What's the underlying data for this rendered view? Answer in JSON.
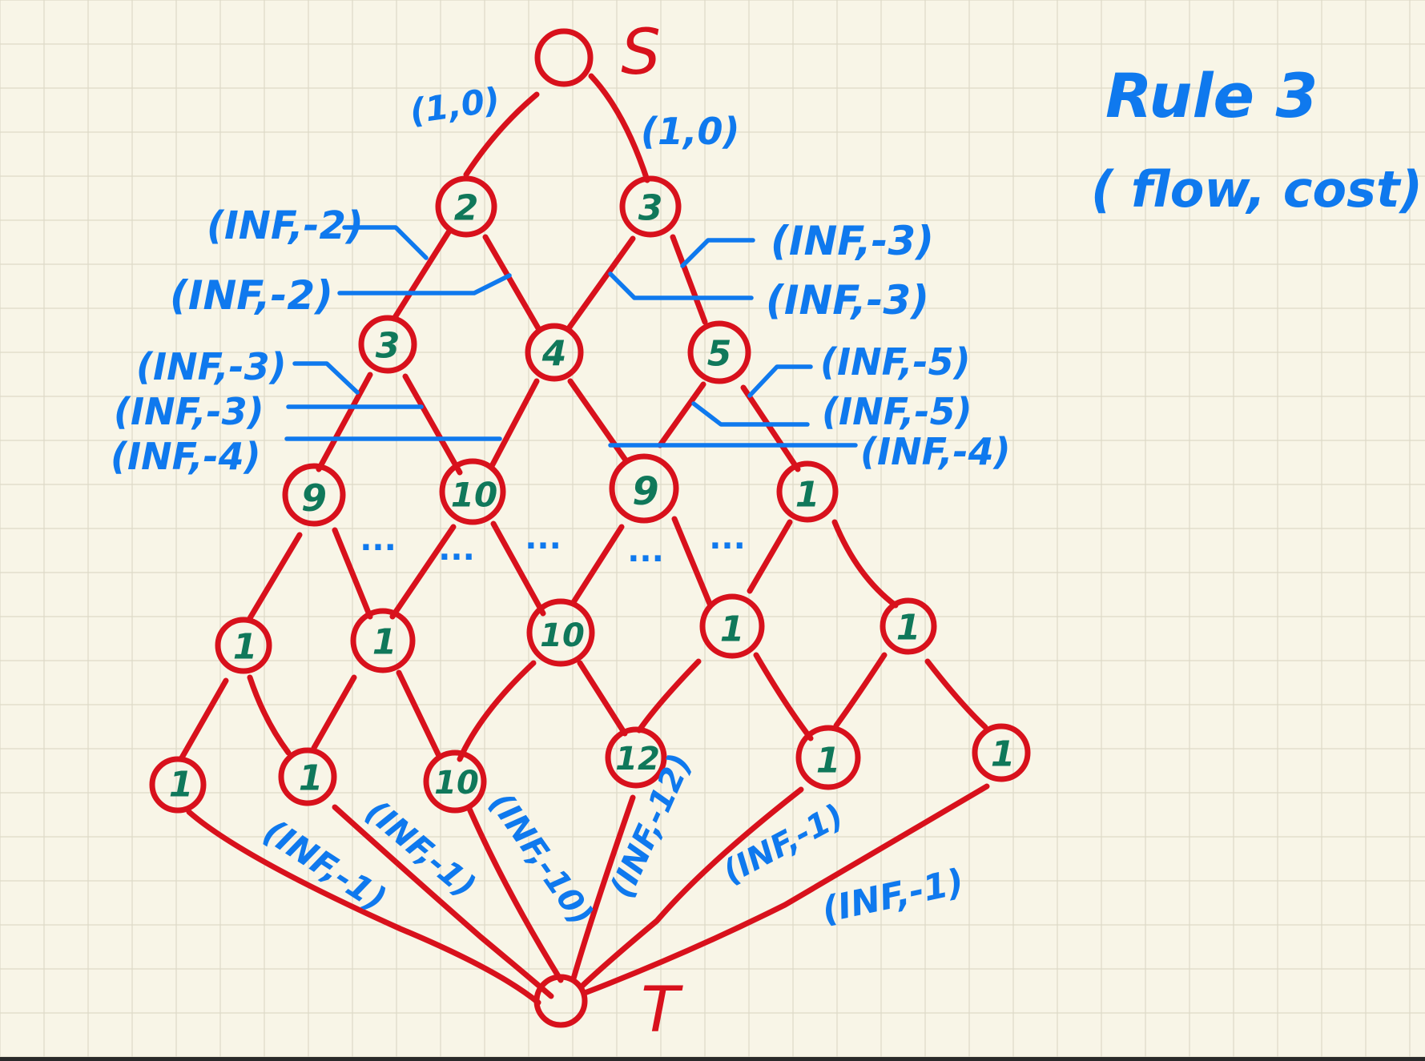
{
  "title": "Rule 3",
  "subtitle": "( flow, cost)",
  "source_label": "S",
  "sink_label": "T",
  "nodes": {
    "r1a": "2",
    "r1b": "3",
    "r2a": "3",
    "r2b": "4",
    "r2c": "5",
    "r3a": "9",
    "r3b": "10",
    "r3c": "9",
    "r3d": "1",
    "r4a": "1",
    "r4b": "1",
    "r4c": "10",
    "r4d": "1",
    "r4e": "1",
    "r5a": "1",
    "r5b": "1",
    "r5c": "10",
    "r5d": "12",
    "r5e": "1",
    "r5f": "1"
  },
  "edge_labels": {
    "s_left": "(1,0)",
    "s_right": "(1,0)",
    "l1": "(INF,-2)",
    "l2": "(INF,-2)",
    "l3": "(INF,-3)",
    "l4": "(INF,-3)",
    "l5": "(INF,-4)",
    "r1": "(INF,-3)",
    "r2": "(INF,-3)",
    "r3": "(INF,-5)",
    "r4": "(INF,-5)",
    "r5": "(INF,-4)",
    "b1": "(INF,-1)",
    "b2": "(INF,-1)",
    "b3": "(INF,-10)",
    "b4": "(INF,-12)",
    "b5": "(INF,-1)",
    "b6": "(INF,-1)"
  },
  "ellipsis": "...",
  "colors": {
    "edges": "#d8111c",
    "labels": "#0f79ee",
    "values": "#10785a",
    "paper": "#f8f5e7"
  }
}
